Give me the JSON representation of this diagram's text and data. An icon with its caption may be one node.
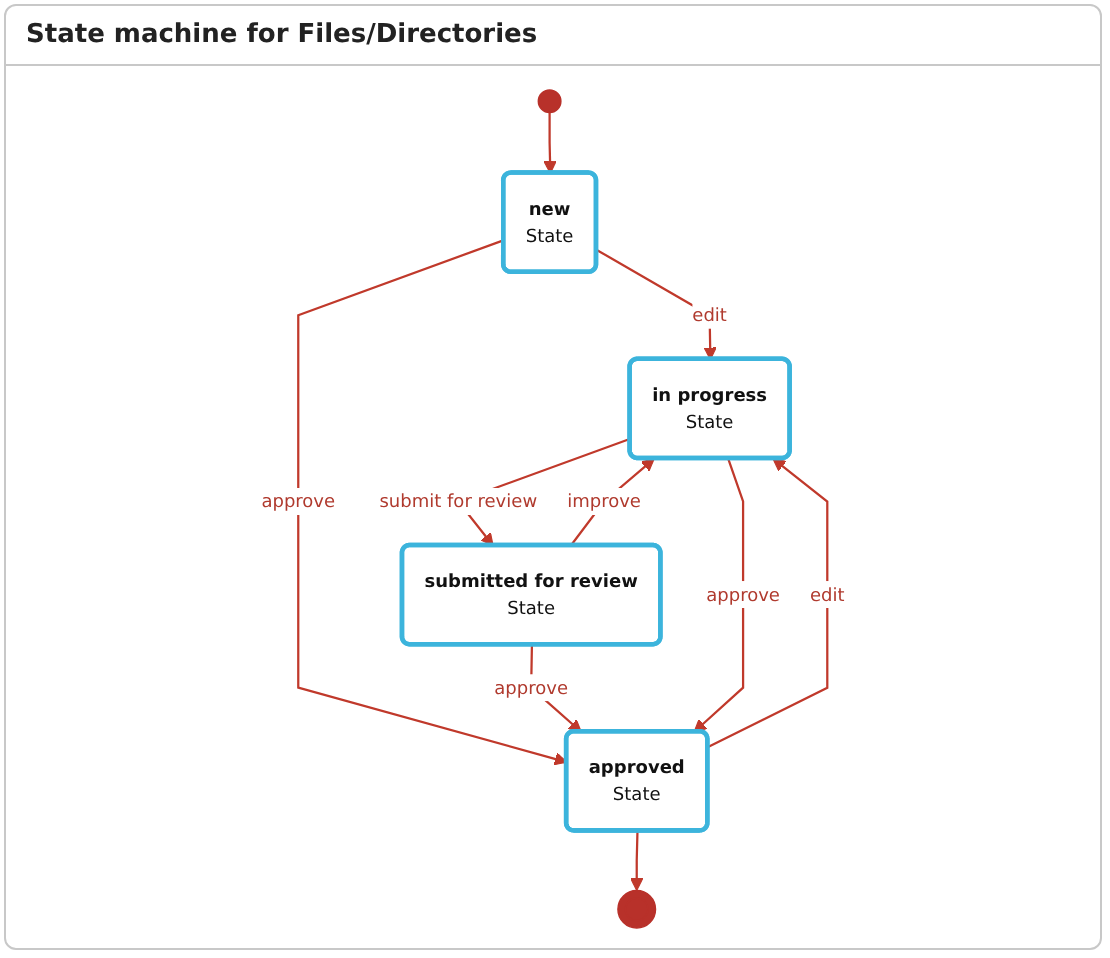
{
  "diagram": {
    "title": "State machine for Files/Directories",
    "nodes": [
      {
        "text": [],
        "shape": "circle"
      },
      {
        "text": [
          "new",
          "State"
        ]
      },
      {
        "text": [
          "in progress",
          "State"
        ]
      },
      {
        "text": [
          "submitted for review",
          "State"
        ]
      },
      {
        "text": [
          "approved",
          "State"
        ]
      },
      {
        "text": [],
        "shape": "circle"
      }
    ],
    "edges": [
      {
        "from": 0,
        "to": 1,
        "arrow": "to"
      },
      {
        "from": 1,
        "to": 2,
        "label": "edit",
        "arrow": "to"
      },
      {
        "from": 1,
        "to": 4,
        "label": "approve",
        "arrow": "to"
      },
      {
        "from": 2,
        "to": 3,
        "label": "submit for review",
        "arrow": "to"
      },
      {
        "from": 3,
        "to": 2,
        "label": "improve",
        "arrow": "to"
      },
      {
        "from": 4,
        "to": 2,
        "label": "edit",
        "arrow": "to"
      },
      {
        "from": 3,
        "to": 4,
        "label": "approve",
        "arrow": "to"
      },
      {
        "from": 2,
        "to": 4,
        "label": "approve",
        "arrow": "to"
      },
      {
        "from": 4,
        "to": 5,
        "arrow": "to"
      }
    ]
  }
}
